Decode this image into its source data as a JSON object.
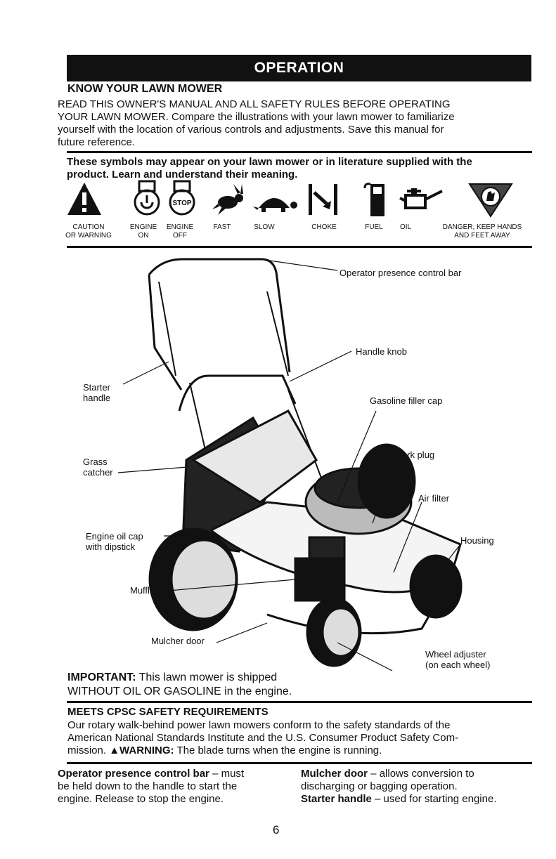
{
  "banner": "OPERATION",
  "know": {
    "heading": "KNOW YOUR LAWN MOWER",
    "line1": "READ THIS OWNER'S MANUAL AND ALL SAFETY RULES BEFORE OPERATING",
    "line2": "YOUR LAWN MOWER.  Compare the illustrations with your lawn mower to familiarize",
    "line3": "yourself with the location of various controls and adjustments.  Save this manual for",
    "line4": "future reference."
  },
  "symbols": {
    "heading1": "These symbols may appear on your lawn mower or in literature supplied with the",
    "heading2": "product.  Learn and understand their meaning.",
    "stop_text": "STOP",
    "items": [
      {
        "icon": "warning-triangle-icon",
        "label1": "CAUTION",
        "label2": "OR WARNING"
      },
      {
        "icon": "engine-on-icon",
        "label1": "ENGINE",
        "label2": "ON"
      },
      {
        "icon": "engine-off-icon",
        "label1": "ENGINE",
        "label2": "OFF"
      },
      {
        "icon": "rabbit-fast-icon",
        "label1": "FAST",
        "label2": ""
      },
      {
        "icon": "turtle-slow-icon",
        "label1": "SLOW",
        "label2": ""
      },
      {
        "icon": "choke-icon",
        "label1": "CHOKE",
        "label2": ""
      },
      {
        "icon": "fuel-pump-icon",
        "label1": "FUEL",
        "label2": ""
      },
      {
        "icon": "oil-can-icon",
        "label1": "OIL",
        "label2": ""
      },
      {
        "icon": "hand-blade-danger-icon",
        "label1": "DANGER, KEEP HANDS",
        "label2": "AND FEET AWAY"
      }
    ]
  },
  "diagram": {
    "operator_bar": "Operator presence control bar",
    "handle_knob": "Handle knob",
    "starter_handle_1": "Starter",
    "starter_handle_2": "handle",
    "gas_cap": "Gasoline filler cap",
    "grass_1": "Grass",
    "grass_2": "catcher",
    "spark_plug": "Spark plug",
    "air_filter": "Air filter",
    "oil_cap_1": "Engine oil cap",
    "oil_cap_2": "with dipstick",
    "housing": "Housing",
    "muffler": "Muffler",
    "mulcher_door": "Mulcher door",
    "wheel_adj_1": "Wheel adjuster",
    "wheel_adj_2": "(on each wheel)"
  },
  "important": {
    "label": "IMPORTANT:",
    "text1": " This lawn mower is shipped",
    "text2": "WITHOUT OIL OR GASOLINE in the engine."
  },
  "meets": {
    "heading": "MEETS CPSC SAFETY REQUIREMENTS",
    "line1": "Our rotary walk-behind power lawn mowers conform to the safety standards of the",
    "line2": "American National Standards Institute and the U.S. Consumer Product Safety Com-",
    "line3_pre": "mission. ",
    "warning_label": "WARNING:",
    "line3_post": " The blade turns when the engine is running."
  },
  "defs": {
    "opc_term": "Operator presence control bar",
    "opc_text1": " – must",
    "opc_text2": "be held down to the handle to start the",
    "opc_text3": "engine.  Release to stop the engine.",
    "mulch_term": "Mulcher door",
    "mulch_text1": " – allows conversion to",
    "mulch_text2": "discharging or bagging operation.",
    "start_term": "Starter handle",
    "start_text": " – used for starting engine."
  },
  "page_number": "6"
}
